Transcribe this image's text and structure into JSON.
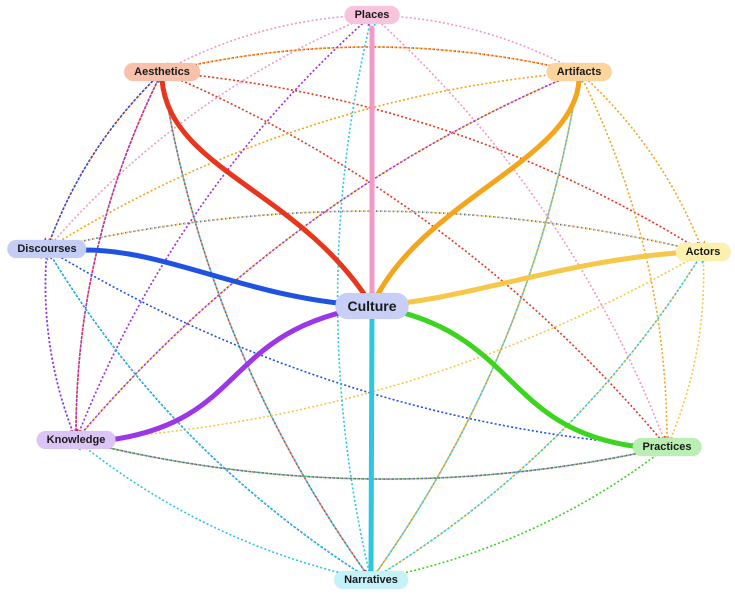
{
  "diagram": {
    "center": {
      "id": "culture",
      "label": "Culture",
      "color": "#c7cff7"
    },
    "nodes": [
      {
        "id": "places",
        "label": "Places",
        "fill": "#f8c3dc",
        "color": "#f29ac5"
      },
      {
        "id": "aesthetics",
        "label": "Aesthetics",
        "fill": "#f7c1ab",
        "color": "#e8361d"
      },
      {
        "id": "artifacts",
        "label": "Artifacts",
        "fill": "#fbd59b",
        "color": "#f3a51b"
      },
      {
        "id": "discourses",
        "label": "Discourses",
        "fill": "#c4cdf6",
        "color": "#1f52de"
      },
      {
        "id": "actors",
        "label": "Actors",
        "fill": "#fbf1ad",
        "color": "#f6c749"
      },
      {
        "id": "knowledge",
        "label": "Knowledge",
        "fill": "#dcc4f7",
        "color": "#9d35e8"
      },
      {
        "id": "practices",
        "label": "Practices",
        "fill": "#b9efb2",
        "color": "#3bd41f"
      },
      {
        "id": "narratives",
        "label": "Narratives",
        "fill": "#c5f1f8",
        "color": "#2cc7e0"
      }
    ],
    "links": [
      {
        "from": "places",
        "to": [
          "aesthetics",
          "artifacts",
          "discourses",
          "knowledge",
          "practices"
        ]
      },
      {
        "from": "aesthetics",
        "to": [
          "artifacts",
          "actors",
          "discourses",
          "practices",
          "knowledge",
          "narratives"
        ]
      },
      {
        "from": "artifacts",
        "to": [
          "discourses",
          "actors",
          "practices",
          "narratives",
          "knowledge",
          "aesthetics"
        ]
      },
      {
        "from": "discourses",
        "to": [
          "aesthetics",
          "knowledge",
          "narratives",
          "practices",
          "actors"
        ]
      },
      {
        "from": "actors",
        "to": [
          "discourses",
          "practices",
          "narratives",
          "knowledge"
        ]
      },
      {
        "from": "knowledge",
        "to": [
          "places",
          "aesthetics",
          "artifacts",
          "discourses",
          "practices"
        ]
      },
      {
        "from": "practices",
        "to": [
          "narratives",
          "knowledge"
        ]
      },
      {
        "from": "narratives",
        "to": [
          "places",
          "aesthetics",
          "artifacts",
          "discourses",
          "actors",
          "knowledge"
        ]
      }
    ]
  }
}
